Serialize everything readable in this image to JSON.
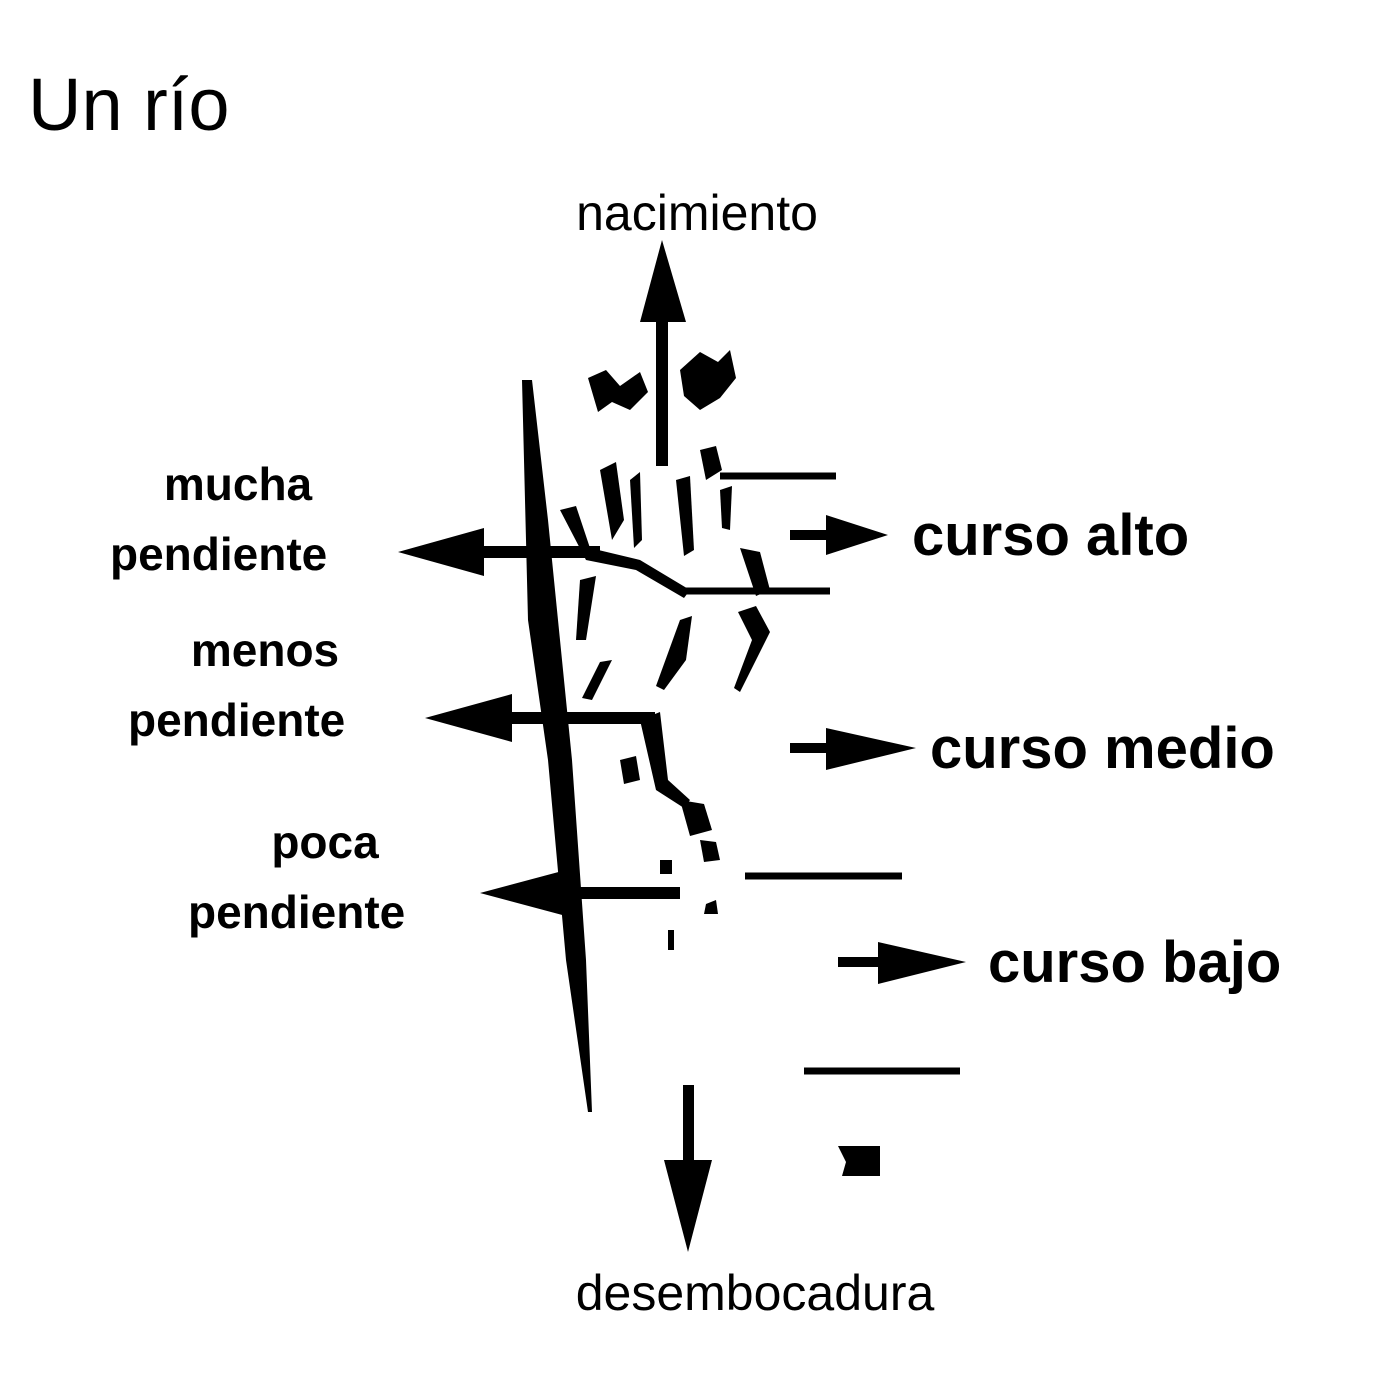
{
  "title": "Un río",
  "source_label": "nacimiento",
  "mouth_label": "desembocadura",
  "sections": [
    {
      "label": "curso alto"
    },
    {
      "label": "curso medio"
    },
    {
      "label": "curso bajo"
    }
  ],
  "slopes": [
    {
      "line1": "mucha",
      "line2": "pendiente"
    },
    {
      "line1": "menos",
      "line2": "pendiente"
    },
    {
      "line1": "poca",
      "line2": "pendiente"
    }
  ]
}
